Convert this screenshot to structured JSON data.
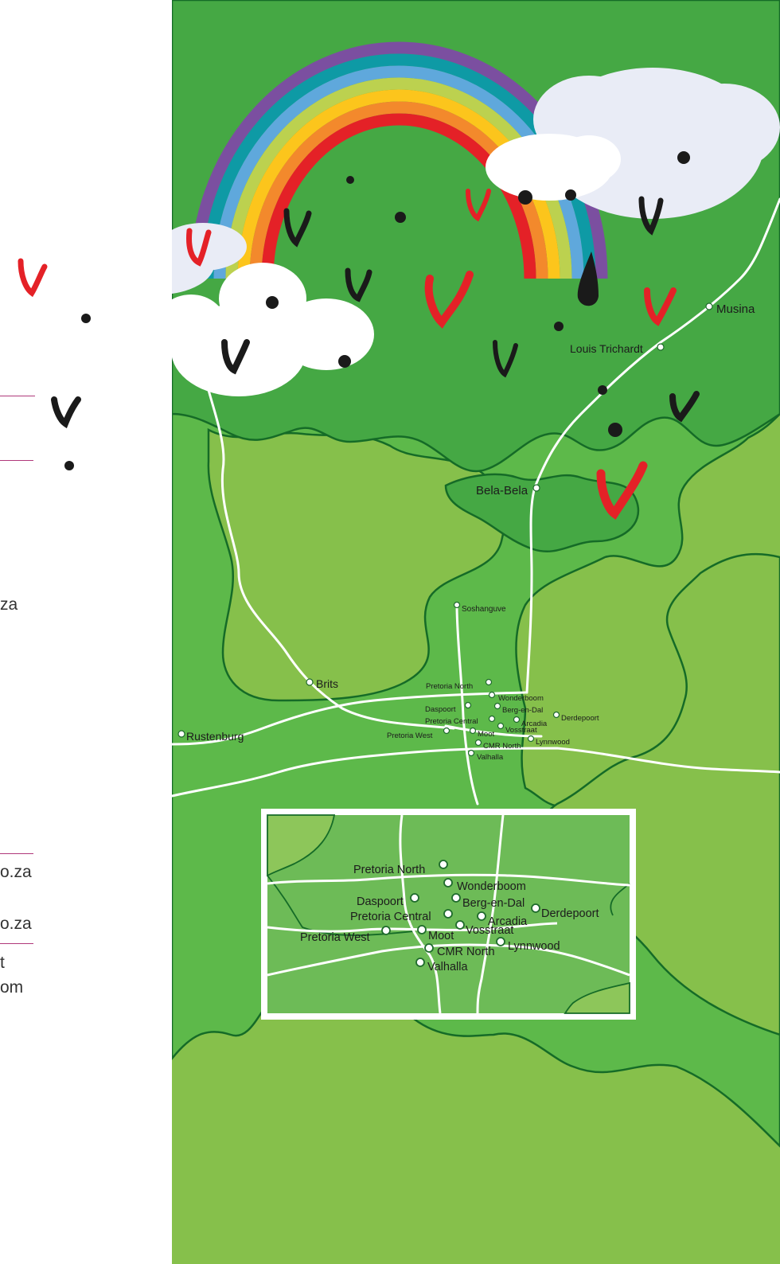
{
  "left_panel": {
    "text_fragments": [
      "za",
      "o.za",
      "o.za",
      "t",
      "om"
    ]
  },
  "map": {
    "colors": {
      "dark_green": "#45a844",
      "mid_green": "#5db94a",
      "light_green": "#86c04b",
      "inset_green": "#6dbb57",
      "border_line": "#156b27",
      "road": "#ffffff",
      "heart_red": "#e42127",
      "heart_black": "#1a1a1a",
      "cloud": "#eef0f8"
    },
    "rainbow_colors": [
      "#7b4fa0",
      "#0e9aa5",
      "#5fa8dc",
      "#bcd14f",
      "#fcc51c",
      "#f3892c",
      "#e42127"
    ],
    "places": {
      "musina": "Musina",
      "louis_trichardt": "Louis Trichardt",
      "bela_bela": "Bela-Bela",
      "soshanguve": "Soshanguve",
      "brits": "Brits",
      "rustenburg": "Rustenburg",
      "pretoria_north": "Pretoria North",
      "wonderboom": "Wonderboom",
      "daspoort": "Daspoort",
      "berg_en_dal": "Berg-en-Dal",
      "derdepoort": "Derdepoort",
      "pretoria_central": "Pretoria Central",
      "arcadia": "Arcadia",
      "vosstraat": "Vosstraat",
      "pretoria_west": "Pretoria West",
      "moot": "Moot",
      "cmr_north": "CMR North",
      "lynnwood": "Lynnwood",
      "valhalla": "Valhalla"
    }
  }
}
